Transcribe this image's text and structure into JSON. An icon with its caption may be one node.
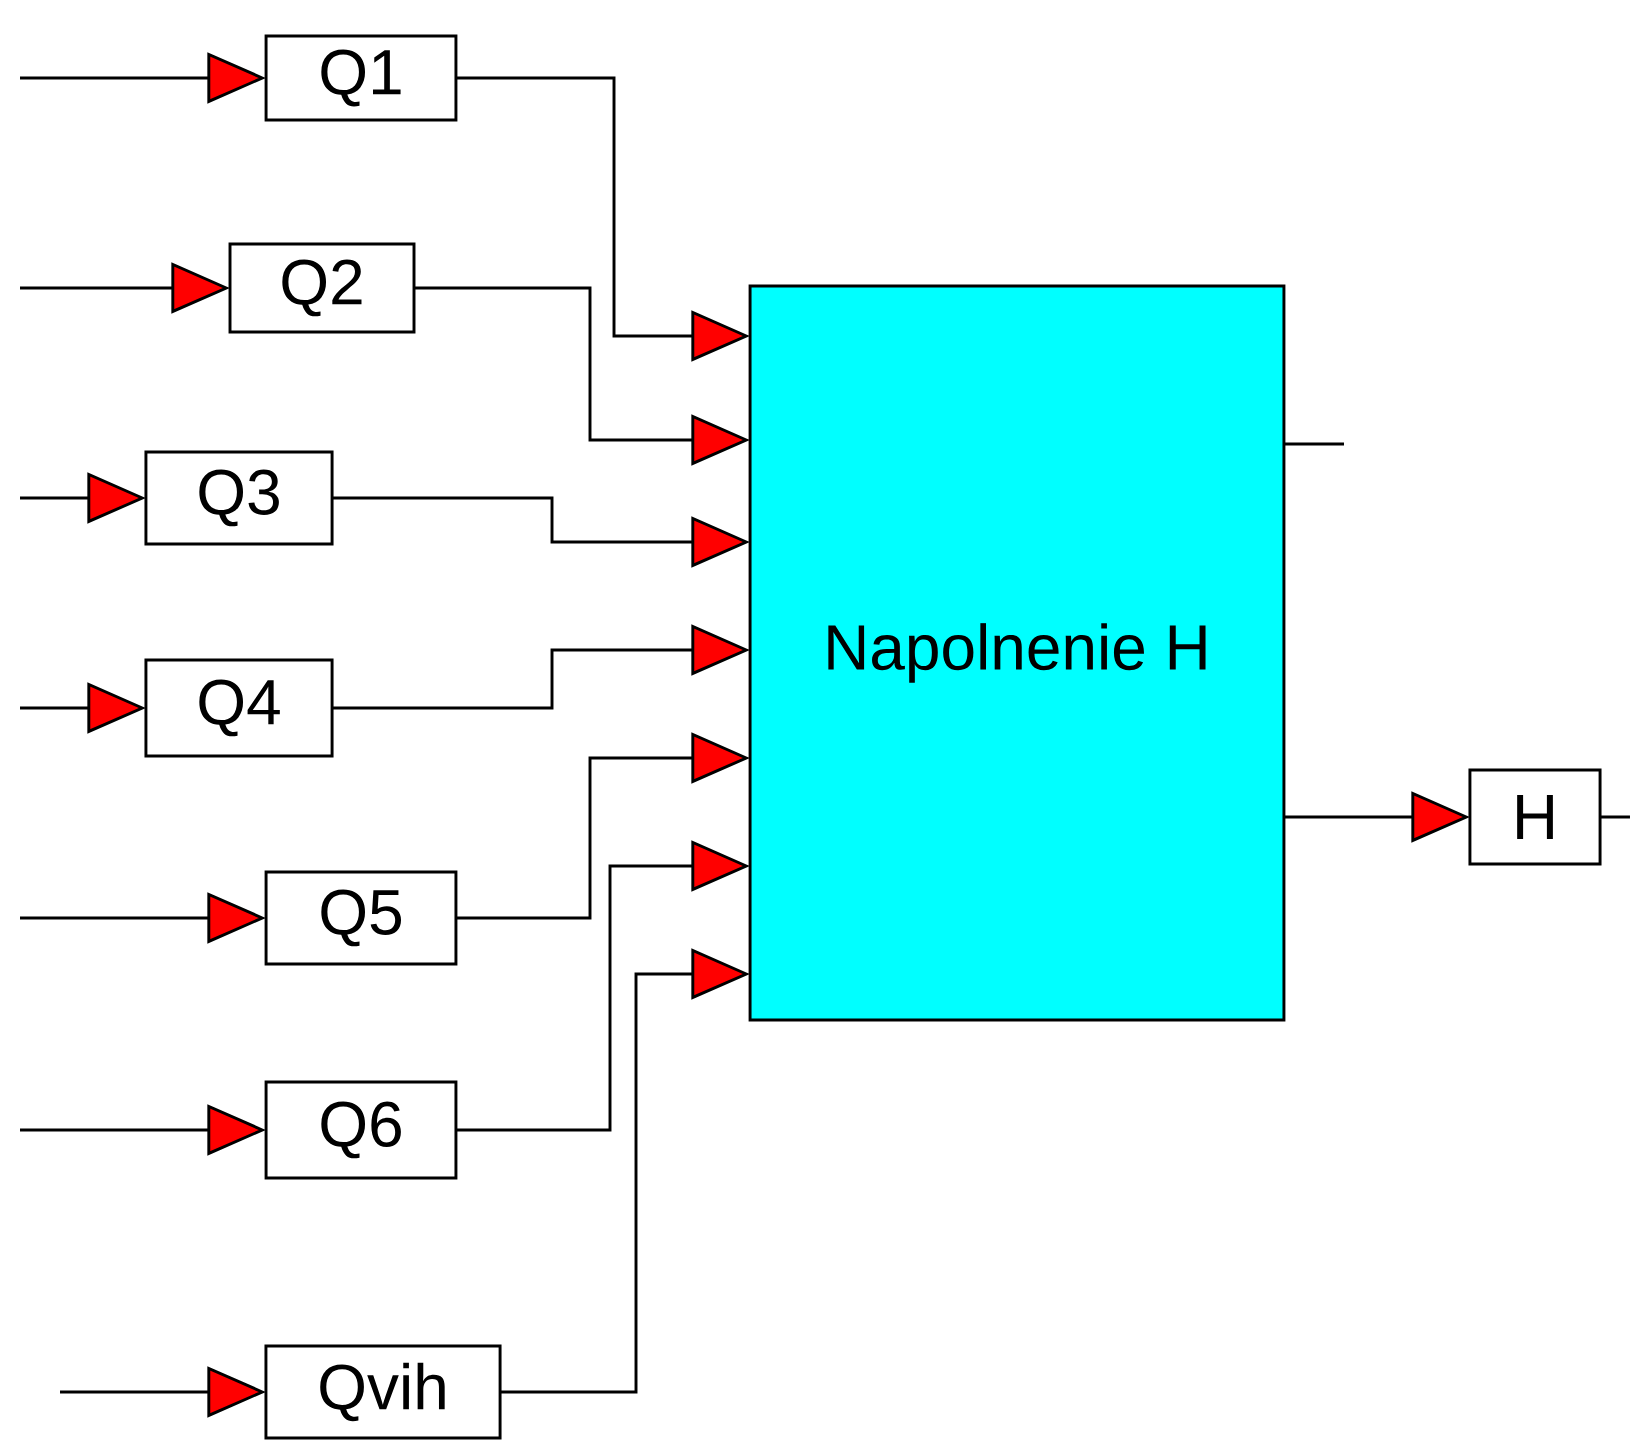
{
  "diagram": {
    "nodes": [
      {
        "text": [
          "Q1"
        ]
      },
      {
        "text": [
          "Q2"
        ]
      },
      {
        "text": [
          "Q3"
        ]
      },
      {
        "text": [
          "Q4"
        ]
      },
      {
        "text": [
          "Q5"
        ]
      },
      {
        "text": [
          "Q6"
        ]
      },
      {
        "text": [
          "Qvih"
        ]
      },
      {
        "text": [
          "Napolnenie H"
        ]
      },
      {
        "text": [
          "H"
        ]
      }
    ],
    "edges": [
      {
        "from": null,
        "to": 0,
        "arrow": "to"
      },
      {
        "from": null,
        "to": 1,
        "arrow": "to"
      },
      {
        "from": null,
        "to": 2,
        "arrow": "to"
      },
      {
        "from": null,
        "to": 3,
        "arrow": "to"
      },
      {
        "from": null,
        "to": 4,
        "arrow": "to"
      },
      {
        "from": null,
        "to": 5,
        "arrow": "to"
      },
      {
        "from": null,
        "to": 6,
        "arrow": "to"
      },
      {
        "from": 0,
        "to": 7,
        "arrow": "to"
      },
      {
        "from": 1,
        "to": 7,
        "arrow": "to"
      },
      {
        "from": 2,
        "to": 7,
        "arrow": "to"
      },
      {
        "from": 3,
        "to": 7,
        "arrow": "to"
      },
      {
        "from": 4,
        "to": 7,
        "arrow": "to"
      },
      {
        "from": 5,
        "to": 7,
        "arrow": "to"
      },
      {
        "from": 6,
        "to": 7,
        "arrow": "to"
      },
      {
        "from": 7,
        "to": 8,
        "arrow": "to"
      },
      {
        "from": 8,
        "to": null,
        "arrow": "none"
      },
      {
        "from": 7,
        "to": null,
        "arrow": "none"
      }
    ]
  }
}
